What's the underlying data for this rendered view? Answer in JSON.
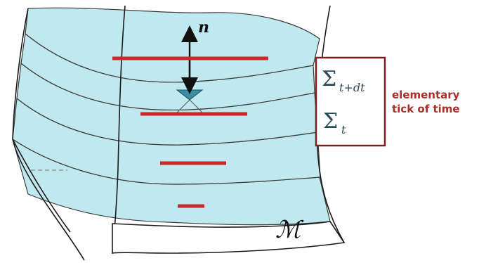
{
  "colors": {
    "sheet_fill": "#bfe9ef",
    "sheet_stroke": "#3a3a3a",
    "time_bar": "#c8282a",
    "box_stroke": "#7a2020",
    "tick_text": "#a8302a",
    "arrow": "#111111",
    "cone": "#3a8fa3"
  },
  "labels": {
    "normal": "n",
    "sigma": "Σ",
    "sigma_upper_sub": "t+dt",
    "sigma_lower_sub": "t",
    "tick_line1": "elementary",
    "tick_line2": "tick of time",
    "manifold": "ℳ"
  }
}
